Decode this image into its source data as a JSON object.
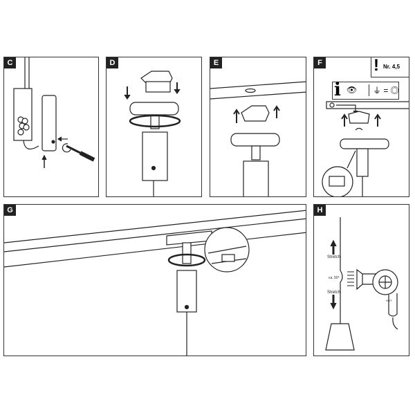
{
  "panels": {
    "c": {
      "label": "C"
    },
    "d": {
      "label": "D"
    },
    "e": {
      "label": "E"
    },
    "f": {
      "label": "F",
      "note": "Nr. 4,5"
    },
    "g": {
      "label": "G"
    },
    "h": {
      "label": "H",
      "stretch_top": "Stretch",
      "stretch_bottom": "Stretch",
      "angle": "ca. 50°",
      "hot": "HOT"
    }
  },
  "colors": {
    "ink": "#222222",
    "border": "#333333"
  }
}
